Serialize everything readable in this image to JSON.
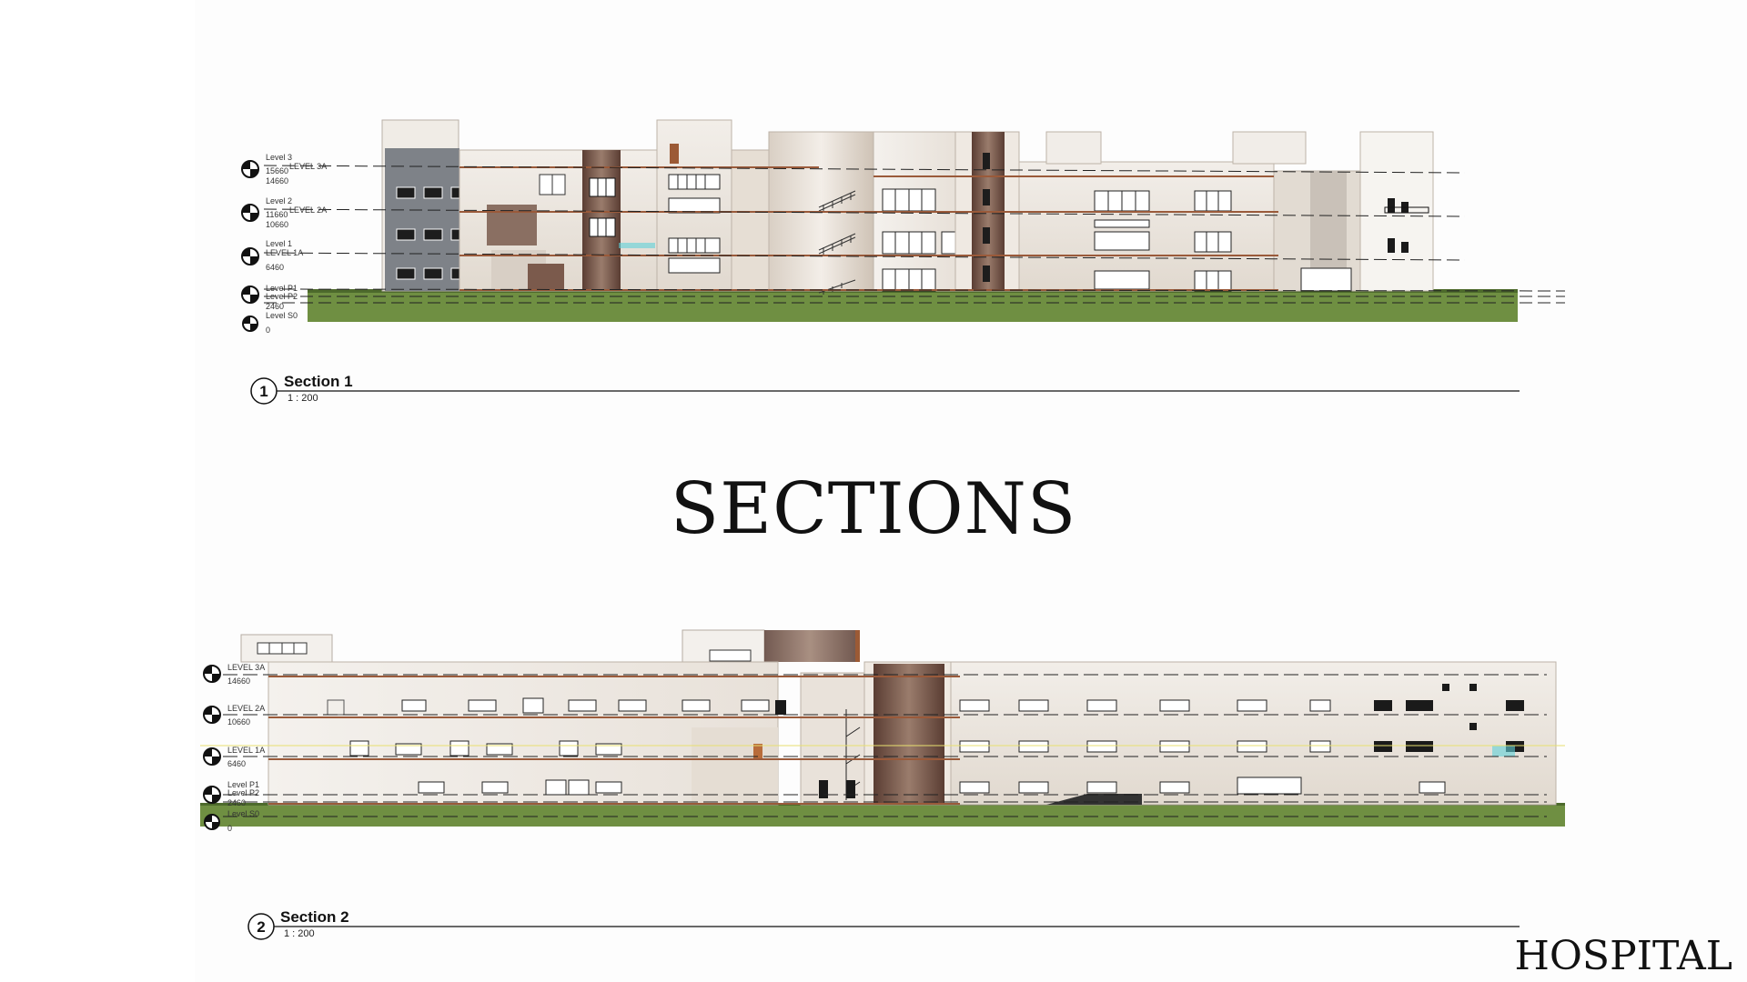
{
  "page": {
    "title": "SECTIONS",
    "project": "HOSPITAL"
  },
  "section1": {
    "number": "1",
    "title": "Section 1",
    "scale": "1 : 200",
    "levels": [
      {
        "name": "Level 3",
        "alt": "LEVEL 3A",
        "elev_top": "15660",
        "elev": "14660"
      },
      {
        "name": "Level 2",
        "alt": "LEVEL 2A",
        "elev_top": "11660",
        "elev": "10660"
      },
      {
        "name": "Level 1",
        "alt": "LEVEL 1A",
        "elev": "6460"
      },
      {
        "name": "Level P2",
        "alt": "Level P1",
        "elev": "2460"
      },
      {
        "name": "Level S0",
        "elev": "0"
      }
    ]
  },
  "section2": {
    "number": "2",
    "title": "Section 2",
    "scale": "1 : 200",
    "levels": [
      {
        "name": "LEVEL 3A",
        "elev": "14660"
      },
      {
        "name": "LEVEL 2A",
        "elev": "10660"
      },
      {
        "name": "LEVEL 1A",
        "elev": "6460"
      },
      {
        "name": "Level P2",
        "alt": "Level P1",
        "elev": "2460"
      },
      {
        "name": "Level S0",
        "elev": "0"
      }
    ]
  },
  "colors": {
    "ground": "#6f8f42",
    "slab": "#9a5a3a",
    "facade": "#ece6de",
    "grey_panel": "#7e8288",
    "dark_brown": "#6b4a3c",
    "accent_cyan": "#5fd0d8"
  }
}
